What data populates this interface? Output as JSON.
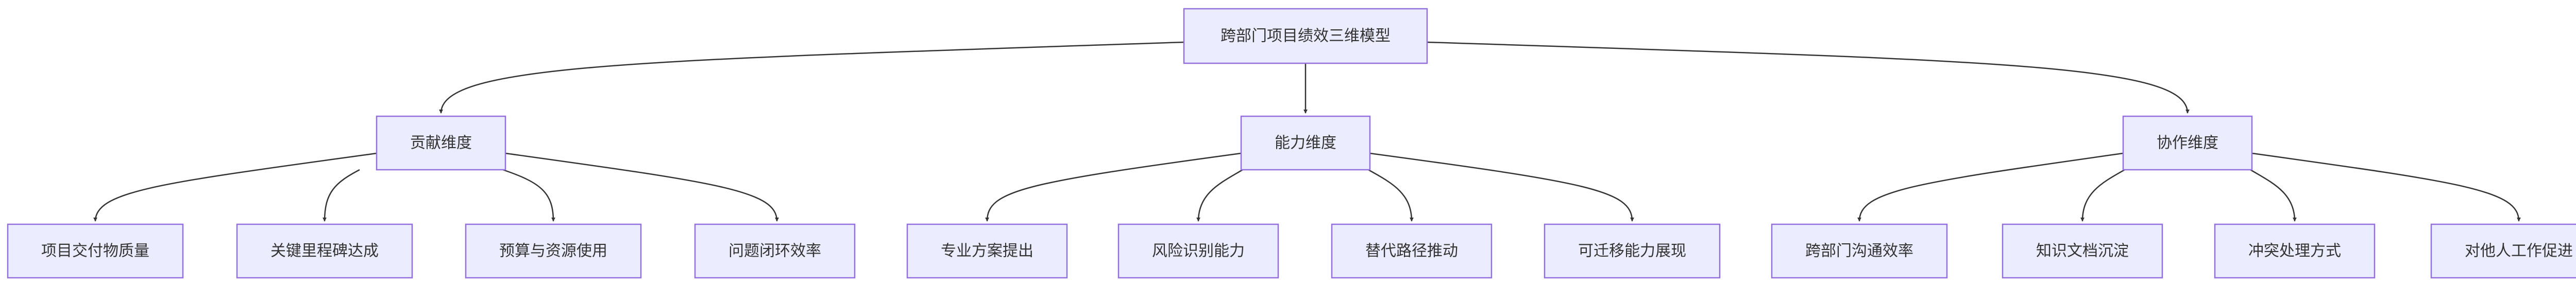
{
  "diagram": {
    "root": {
      "id": "root",
      "label": "跨部门项目绩效三维模型",
      "children": [
        {
          "id": "contribution",
          "label": "贡献维度",
          "children": [
            {
              "id": "c1",
              "label": "项目交付物质量"
            },
            {
              "id": "c2",
              "label": "关键里程碑达成"
            },
            {
              "id": "c3",
              "label": "预算与资源使用"
            },
            {
              "id": "c4",
              "label": "问题闭环效率"
            }
          ]
        },
        {
          "id": "capability",
          "label": "能力维度",
          "children": [
            {
              "id": "a1",
              "label": "专业方案提出"
            },
            {
              "id": "a2",
              "label": "风险识别能力"
            },
            {
              "id": "a3",
              "label": "替代路径推动"
            },
            {
              "id": "a4",
              "label": "可迁移能力展现"
            }
          ]
        },
        {
          "id": "collaboration",
          "label": "协作维度",
          "children": [
            {
              "id": "b1",
              "label": "跨部门沟通效率"
            },
            {
              "id": "b2",
              "label": "知识文档沉淀"
            },
            {
              "id": "b3",
              "label": "冲突处理方式"
            },
            {
              "id": "b4",
              "label": "对他人工作促进"
            }
          ]
        }
      ]
    }
  },
  "colors": {
    "node_fill": "#ECECFF",
    "node_stroke": "#9370DB",
    "edge": "#333333",
    "text": "#333333"
  }
}
